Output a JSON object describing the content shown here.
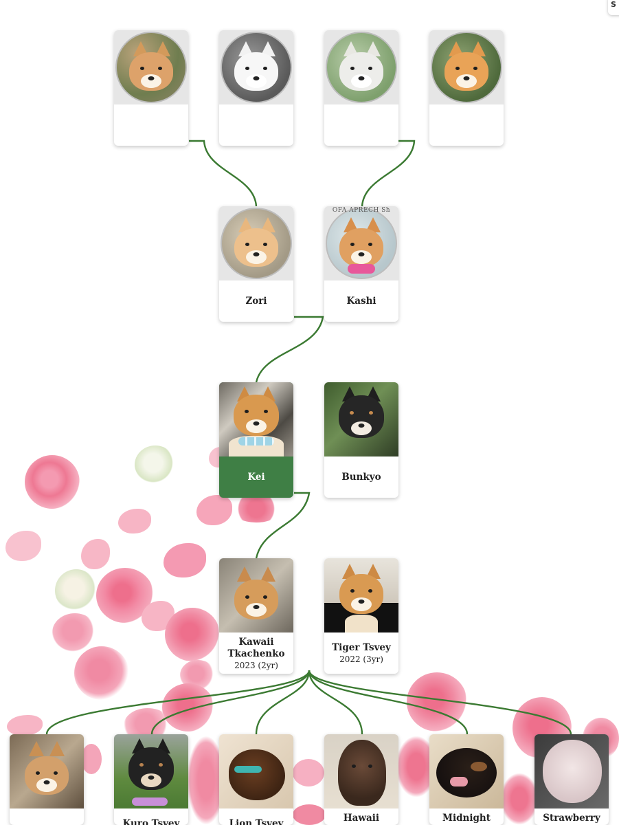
{
  "corner_button": {
    "label": "S",
    "icon": "share-icon"
  },
  "colors": {
    "accent": "#3f7f45",
    "line": "#3b7a32",
    "card_bg": "#ffffff",
    "rose": "#ef7f9b"
  },
  "generations": {
    "great_grandparents": [
      {
        "name": "",
        "photo": "shiba-red-dog-photo"
      },
      {
        "name": "",
        "photo": "shiba-white-dog-photo"
      },
      {
        "name": "",
        "photo": "shiba-white-dog-photo"
      },
      {
        "name": "",
        "photo": "shiba-red-dog-photo"
      }
    ],
    "grandparents": [
      {
        "name": "Zori",
        "photo": "shiba-cream-dog-photo",
        "banner": ""
      },
      {
        "name": "Kashi",
        "photo": "shiba-red-dog-photo",
        "banner": "OFA APRECH Sh"
      }
    ],
    "parents_of_sire": [
      {
        "name": "Kei",
        "photo": "shiba-red-dog-photo",
        "selected": true
      },
      {
        "name": "Bunkyo",
        "photo": "shiba-black-tan-dog-photo",
        "selected": false
      }
    ],
    "parents": [
      {
        "name": "Kawaii Tkachenko",
        "sub": "2023 (2yr)",
        "photo": "shiba-red-dog-photo"
      },
      {
        "name": "Tiger Tsvey",
        "sub": "2022 (3yr)",
        "photo": "shiba-red-dog-photo"
      }
    ],
    "puppies": [
      {
        "name": "",
        "photo": "shiba-red-puppy-photo"
      },
      {
        "name": "Kuro Tsvey",
        "photo": "shiba-black-puppy-photo"
      },
      {
        "name": "Lion Tsvey",
        "photo": "shiba-newborn-puppy-photo"
      },
      {
        "name": "Hawaii Shima",
        "photo": "shiba-newborn-puppy-photo"
      },
      {
        "name": "Midnight",
        "photo": "shiba-newborn-puppy-photo"
      },
      {
        "name": "Strawberry",
        "photo": "shiba-newborn-puppy-photo"
      }
    ]
  }
}
